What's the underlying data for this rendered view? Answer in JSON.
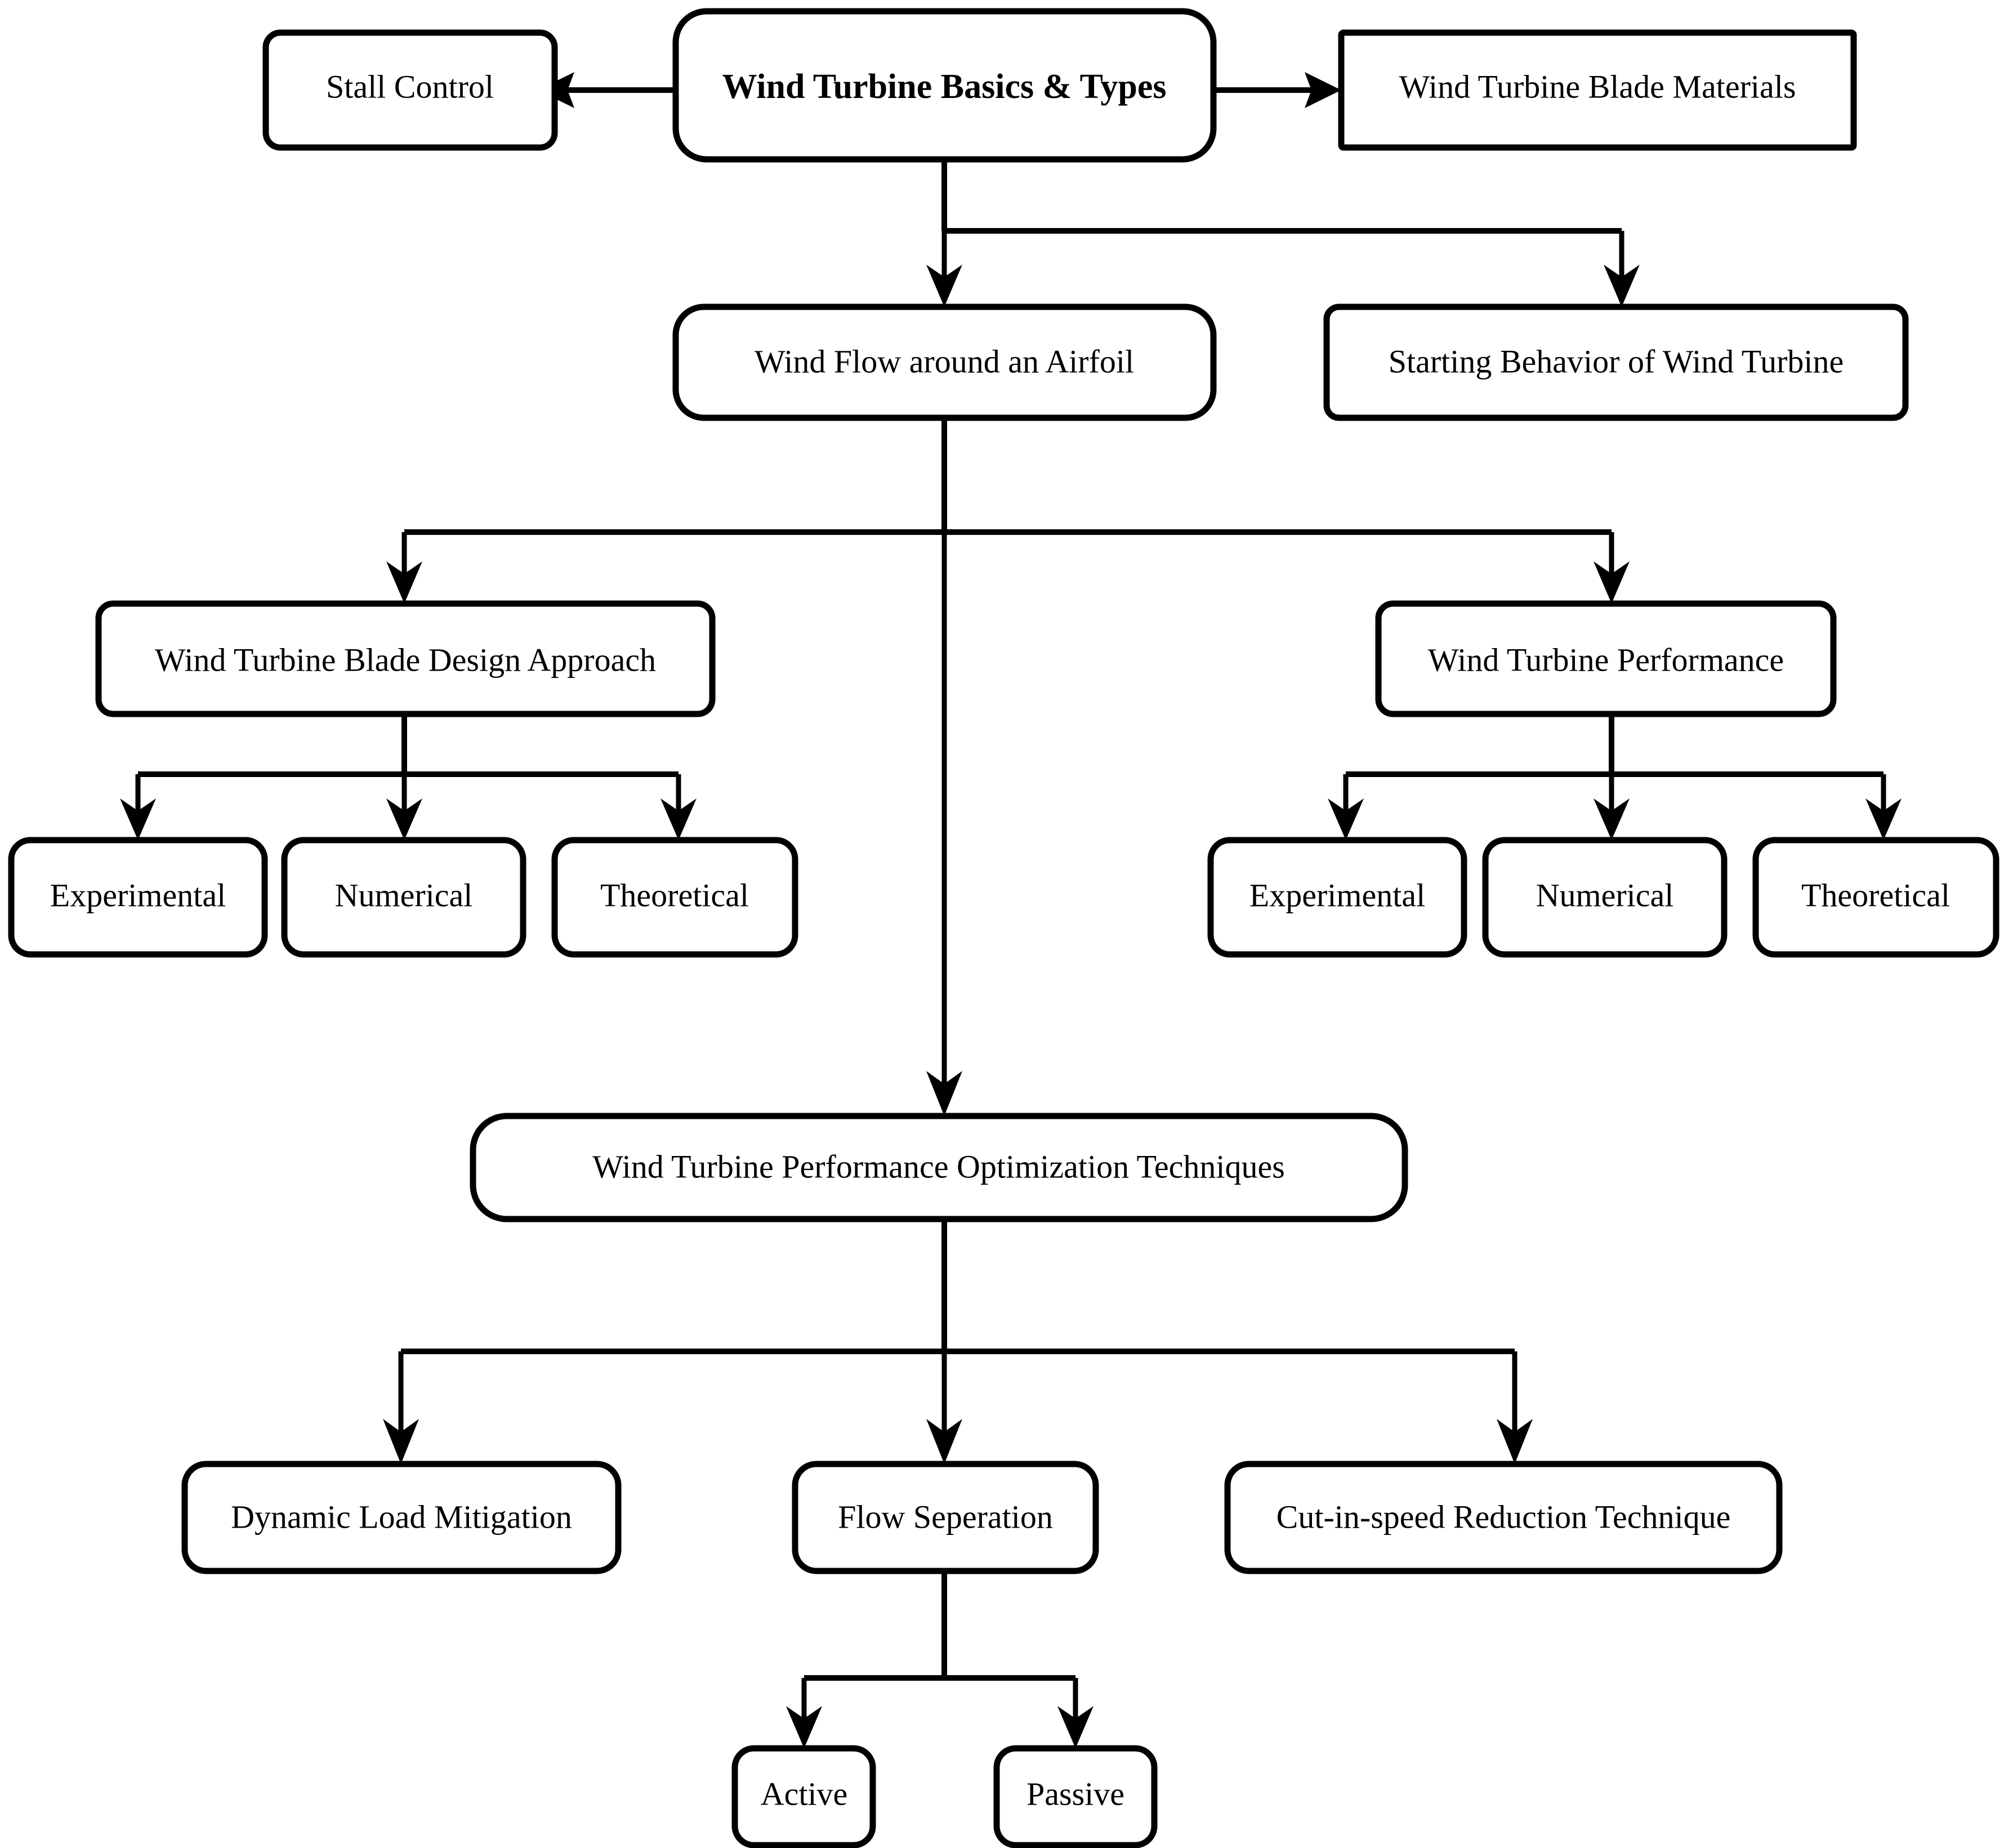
{
  "diagram": {
    "title": "Wind Turbine Research Taxonomy Flowchart",
    "background_color": "#ffffff",
    "line_color": "#000000",
    "node_fill": "#ffffff"
  },
  "nodes": {
    "root": {
      "label": "Wind Turbine Basics & Types"
    },
    "stall_control": {
      "label": "Stall Control"
    },
    "blade_materials": {
      "label": "Wind Turbine Blade Materials"
    },
    "wind_flow_airfoil": {
      "label": "Wind Flow around an Airfoil"
    },
    "starting_behavior": {
      "label": "Starting Behavior of Wind Turbine"
    },
    "blade_design_approach": {
      "label": "Wind Turbine Blade Design Approach"
    },
    "turbine_performance": {
      "label": "Wind Turbine Performance"
    },
    "design_experimental": {
      "label": "Experimental"
    },
    "design_numerical": {
      "label": "Numerical"
    },
    "design_theoretical": {
      "label": "Theoretical"
    },
    "perf_experimental": {
      "label": "Experimental"
    },
    "perf_numerical": {
      "label": "Numerical"
    },
    "perf_theoretical": {
      "label": "Theoretical"
    },
    "optimization_techniques": {
      "label": "Wind Turbine Performance Optimization Techniques"
    },
    "dynamic_load_mitigation": {
      "label": "Dynamic Load Mitigation"
    },
    "flow_seperation": {
      "label": "Flow Seperation"
    },
    "cut_in_speed": {
      "label": "Cut-in-speed Reduction Technique"
    },
    "active": {
      "label": "Active"
    },
    "passive": {
      "label": "Passive"
    }
  },
  "chart_data": {
    "type": "diagram",
    "title": "Wind Turbine Basics & Types taxonomy",
    "edges": [
      {
        "from": "root",
        "to": "stall_control",
        "direction": "left"
      },
      {
        "from": "root",
        "to": "blade_materials",
        "direction": "right"
      },
      {
        "from": "root",
        "to": "wind_flow_airfoil",
        "direction": "down"
      },
      {
        "from": "root",
        "to": "starting_behavior",
        "direction": "down-right"
      },
      {
        "from": "wind_flow_airfoil",
        "to": "blade_design_approach",
        "direction": "down-left"
      },
      {
        "from": "wind_flow_airfoil",
        "to": "turbine_performance",
        "direction": "down-right"
      },
      {
        "from": "wind_flow_airfoil",
        "to": "optimization_techniques",
        "direction": "down"
      },
      {
        "from": "blade_design_approach",
        "to": "design_experimental",
        "direction": "down-left"
      },
      {
        "from": "blade_design_approach",
        "to": "design_numerical",
        "direction": "down"
      },
      {
        "from": "blade_design_approach",
        "to": "design_theoretical",
        "direction": "down-right"
      },
      {
        "from": "turbine_performance",
        "to": "perf_experimental",
        "direction": "down-left"
      },
      {
        "from": "turbine_performance",
        "to": "perf_numerical",
        "direction": "down"
      },
      {
        "from": "turbine_performance",
        "to": "perf_theoretical",
        "direction": "down-right"
      },
      {
        "from": "optimization_techniques",
        "to": "dynamic_load_mitigation",
        "direction": "down-left"
      },
      {
        "from": "optimization_techniques",
        "to": "flow_seperation",
        "direction": "down"
      },
      {
        "from": "optimization_techniques",
        "to": "cut_in_speed",
        "direction": "down-right"
      },
      {
        "from": "flow_seperation",
        "to": "active",
        "direction": "down-left"
      },
      {
        "from": "flow_seperation",
        "to": "passive",
        "direction": "down-right"
      }
    ]
  }
}
